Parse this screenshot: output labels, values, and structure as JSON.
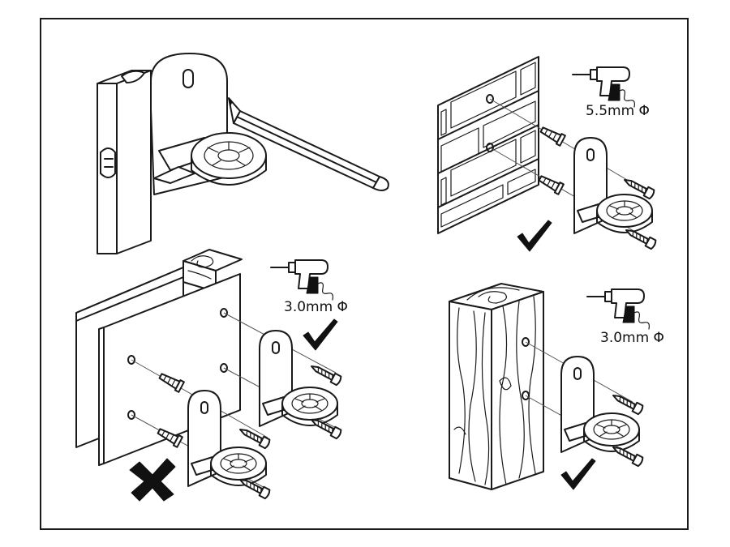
{
  "panels": {
    "brick": {
      "drill_size": "5.5mm Φ",
      "verdict": "correct"
    },
    "drywall": {
      "drill_size": "3.0mm Φ",
      "verdict": "incorrect"
    },
    "wood": {
      "drill_size": "3.0mm Φ",
      "verdict": "correct"
    }
  },
  "icons": {
    "check": "check-mark-icon",
    "cross": "cross-mark-icon",
    "drill": "drill-icon"
  }
}
